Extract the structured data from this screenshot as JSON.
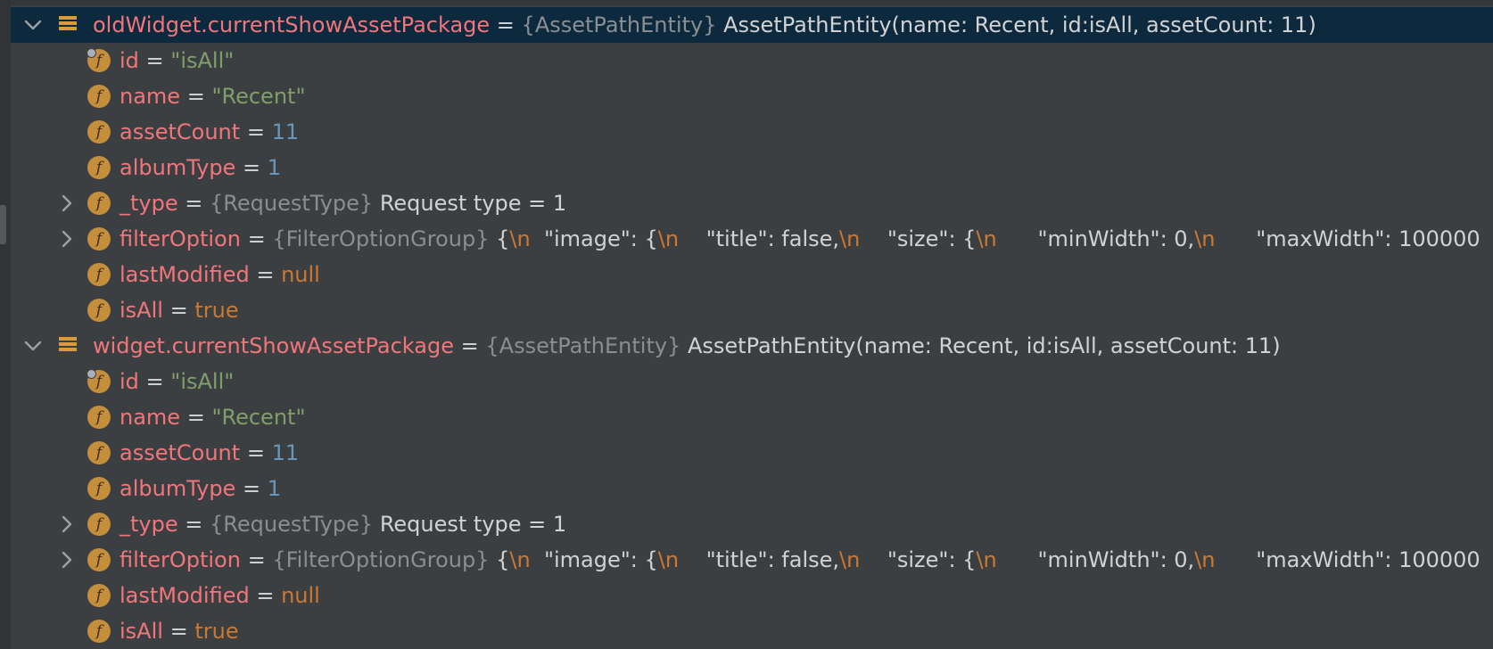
{
  "colors": {
    "background": "#3c3f41",
    "selected_row": "#0d293e",
    "field_name": "#f1767b",
    "string_value": "#7f9f6a",
    "number_value": "#6897bb",
    "keyword_value": "#cc7832",
    "type_label": "#8b8e91",
    "field_icon": "#c58e3a"
  },
  "icons": {
    "expand": "chevron-down-icon",
    "collapse": "chevron-right-icon",
    "object": "list-icon",
    "field": "field-f-icon"
  },
  "equals": "=",
  "groups": [
    {
      "name": "oldWidget.currentShowAssetPackage",
      "type": "{AssetPathEntity}",
      "value": "AssetPathEntity(name: Recent, id:isAll, assetCount: 11)",
      "fields": {
        "id": {
          "name": "id",
          "value": "\"isAll\""
        },
        "name": {
          "name": "name",
          "value": "\"Recent\""
        },
        "assetCount": {
          "name": "assetCount",
          "value": "11"
        },
        "albumType": {
          "name": "albumType",
          "value": "1"
        },
        "type": {
          "name": "_type",
          "type": "{RequestType}",
          "value": "Request type = 1"
        },
        "filterOption": {
          "name": "filterOption",
          "type": "{FilterOptionGroup}",
          "segments": [
            "{",
            "\\n",
            "  \"image\": {",
            "\\n",
            "    \"title\": false,",
            "\\n",
            "    \"size\": {",
            "\\n",
            "      \"minWidth\": 0,",
            "\\n",
            "      \"maxWidth\": 100000"
          ]
        },
        "lastModified": {
          "name": "lastModified",
          "value": "null"
        },
        "isAll": {
          "name": "isAll",
          "value": "true"
        }
      }
    },
    {
      "name": "widget.currentShowAssetPackage",
      "type": "{AssetPathEntity}",
      "value": "AssetPathEntity(name: Recent, id:isAll, assetCount: 11)",
      "fields": {
        "id": {
          "name": "id",
          "value": "\"isAll\""
        },
        "name": {
          "name": "name",
          "value": "\"Recent\""
        },
        "assetCount": {
          "name": "assetCount",
          "value": "11"
        },
        "albumType": {
          "name": "albumType",
          "value": "1"
        },
        "type": {
          "name": "_type",
          "type": "{RequestType}",
          "value": "Request type = 1"
        },
        "filterOption": {
          "name": "filterOption",
          "type": "{FilterOptionGroup}",
          "segments": [
            "{",
            "\\n",
            "  \"image\": {",
            "\\n",
            "    \"title\": false,",
            "\\n",
            "    \"size\": {",
            "\\n",
            "      \"minWidth\": 0,",
            "\\n",
            "      \"maxWidth\": 100000"
          ]
        },
        "lastModified": {
          "name": "lastModified",
          "value": "null"
        },
        "isAll": {
          "name": "isAll",
          "value": "true"
        }
      }
    }
  ]
}
